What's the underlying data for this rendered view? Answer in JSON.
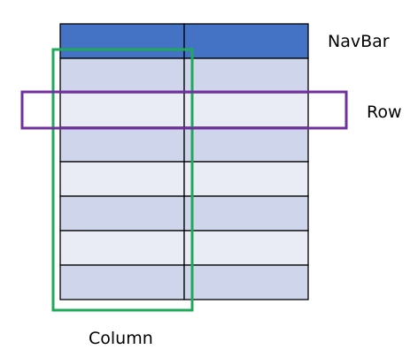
{
  "labels": {
    "navbar": "NavBar",
    "row": "Row",
    "column": "Column"
  },
  "grid": {
    "columns": 2,
    "body_rows": 7,
    "header_rows": 1
  },
  "colors": {
    "header_fill": "#4472c4",
    "row_fill_dark": "#cfd5ea",
    "row_fill_light": "#e9ebf5",
    "grid_border": "#000000",
    "row_highlight": "#7030a0",
    "column_highlight": "#1fa95a"
  }
}
